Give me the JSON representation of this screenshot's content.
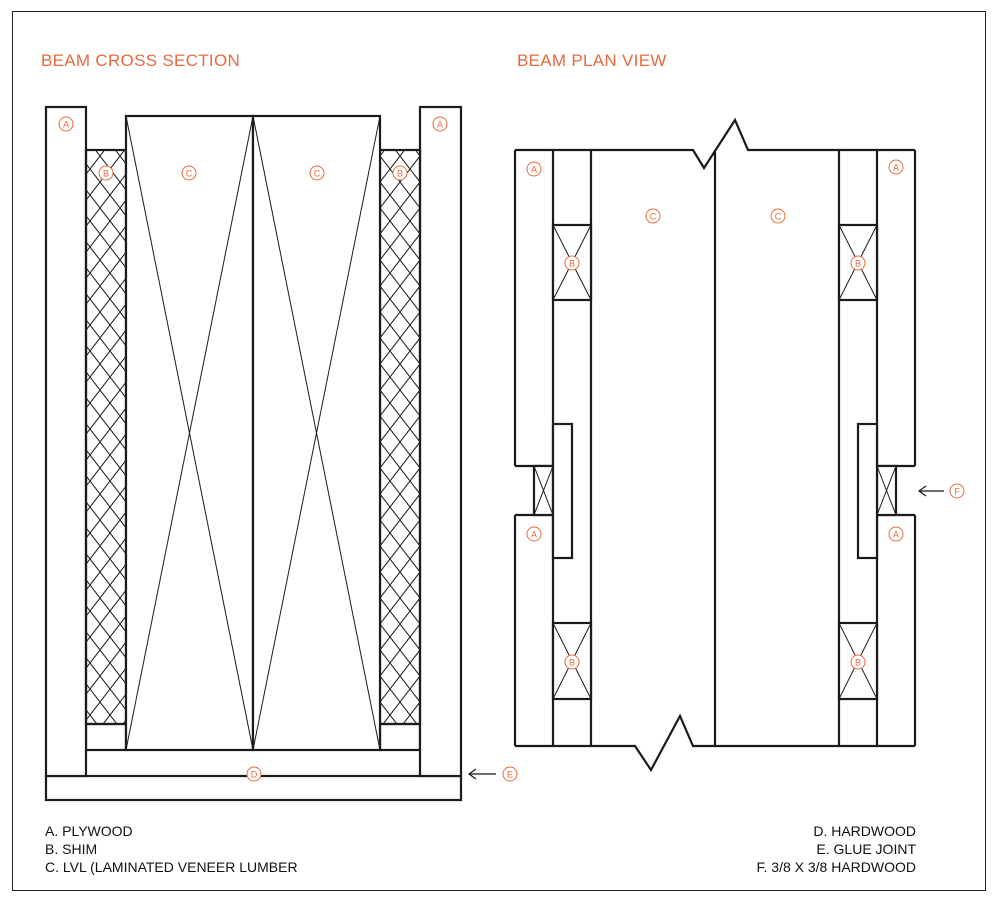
{
  "titles": {
    "cross_section": "BEAM CROSS SECTION",
    "plan_view": "BEAM PLAN VIEW"
  },
  "labels": {
    "a": "A",
    "b": "B",
    "c": "C",
    "d": "D",
    "e": "E",
    "f": "F"
  },
  "legend_left": [
    "A. PLYWOOD",
    "B. SHIM",
    "C. LVL (LAMINATED VENEER LUMBER"
  ],
  "legend_right": [
    "D. HARDWOOD",
    "E. GLUE JOINT",
    "F. 3/8 X 3/8 HARDWOOD"
  ],
  "colors": {
    "accent": "#e86a3e",
    "line": "#1b1b1b"
  }
}
